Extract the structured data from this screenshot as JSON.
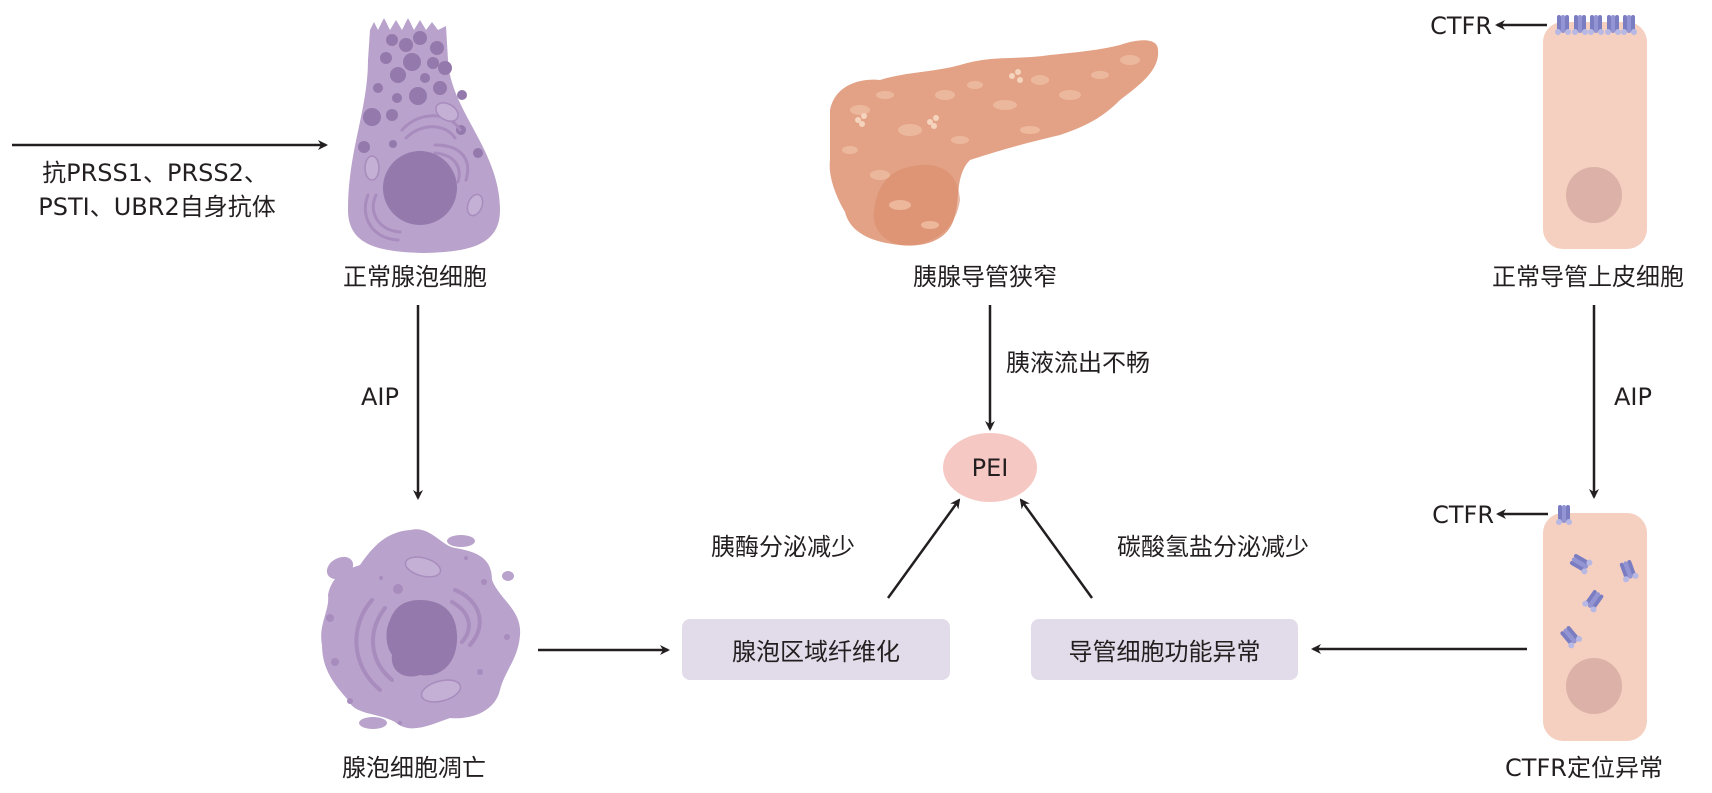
{
  "figure": {
    "nodes": {
      "normal_acinar_cell": "正常腺泡细胞",
      "acinar_apoptosis": "腺泡细胞凋亡",
      "pancreatic_duct_stenosis": "胰腺导管狭窄",
      "normal_ductal_epithelial_cell": "正常导管上皮细胞",
      "ctfr_mislocalization": "CTFR定位异常",
      "acinar_fibrosis": "腺泡区域纤维化",
      "ductal_dysfunction": "导管细胞功能异常",
      "pei": "PEI"
    },
    "edge_labels": {
      "autoantibodies_line1": "抗PRSS1、PRSS2、",
      "autoantibodies_line2": "PSTI、UBR2自身抗体",
      "aip_left": "AIP",
      "aip_right": "AIP",
      "juice_outflow": "胰液流出不畅",
      "enzyme_secretion": "胰酶分泌减少",
      "bicarbonate_secretion": "碳酸氢盐分泌减少",
      "ctfr_top": "CTFR",
      "ctfr_bottom": "CTFR"
    },
    "colors": {
      "acinar_cell": "#b9a2cb",
      "acinar_nucleus": "#9479ac",
      "ductal_cell": "#f5cfbf",
      "ductal_nucleus": "#dcb2a8",
      "ctfr_channel": "#8a8cca",
      "pancreas": "#e3a286",
      "pei_node": "#f6c8c3",
      "process_box": "#e2dbe9",
      "arrow": "#231f20"
    }
  }
}
